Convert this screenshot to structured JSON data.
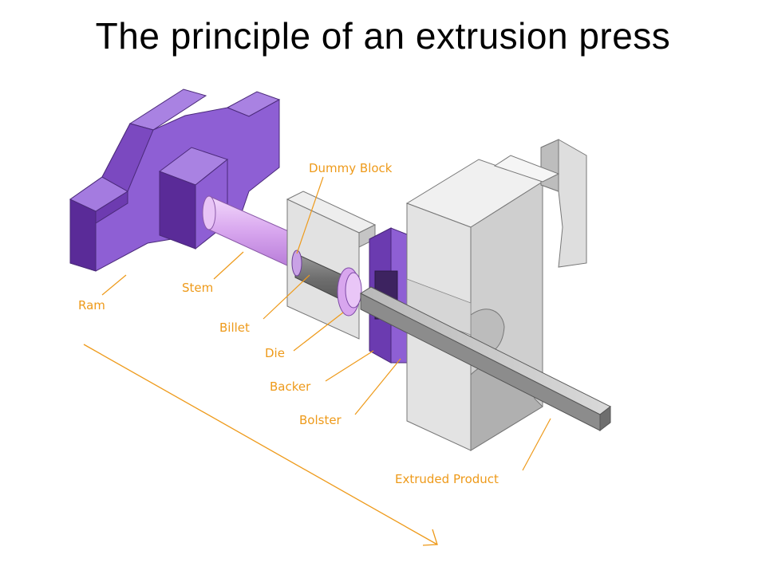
{
  "title": "The principle of an extrusion press",
  "colors": {
    "purple_front": "#8f5fd2",
    "purple_top": "#a57ee0",
    "purple_dark": "#5b2a97",
    "grey_light": "#e3e3e3",
    "grey_mid": "#c8c8c8",
    "grey_dark": "#8a8a8a",
    "stem": "#d7a6ee",
    "label": "#ee9a1a"
  },
  "labels": {
    "dummy_block": "Dummy Block",
    "ram": "Ram",
    "stem": "Stem",
    "billet": "Billet",
    "die": "Die",
    "backer": "Backer",
    "bolster": "Bolster",
    "extruded_product": "Extruded Product"
  },
  "direction_arrow": {
    "icon": "arrow-down-right-icon"
  }
}
